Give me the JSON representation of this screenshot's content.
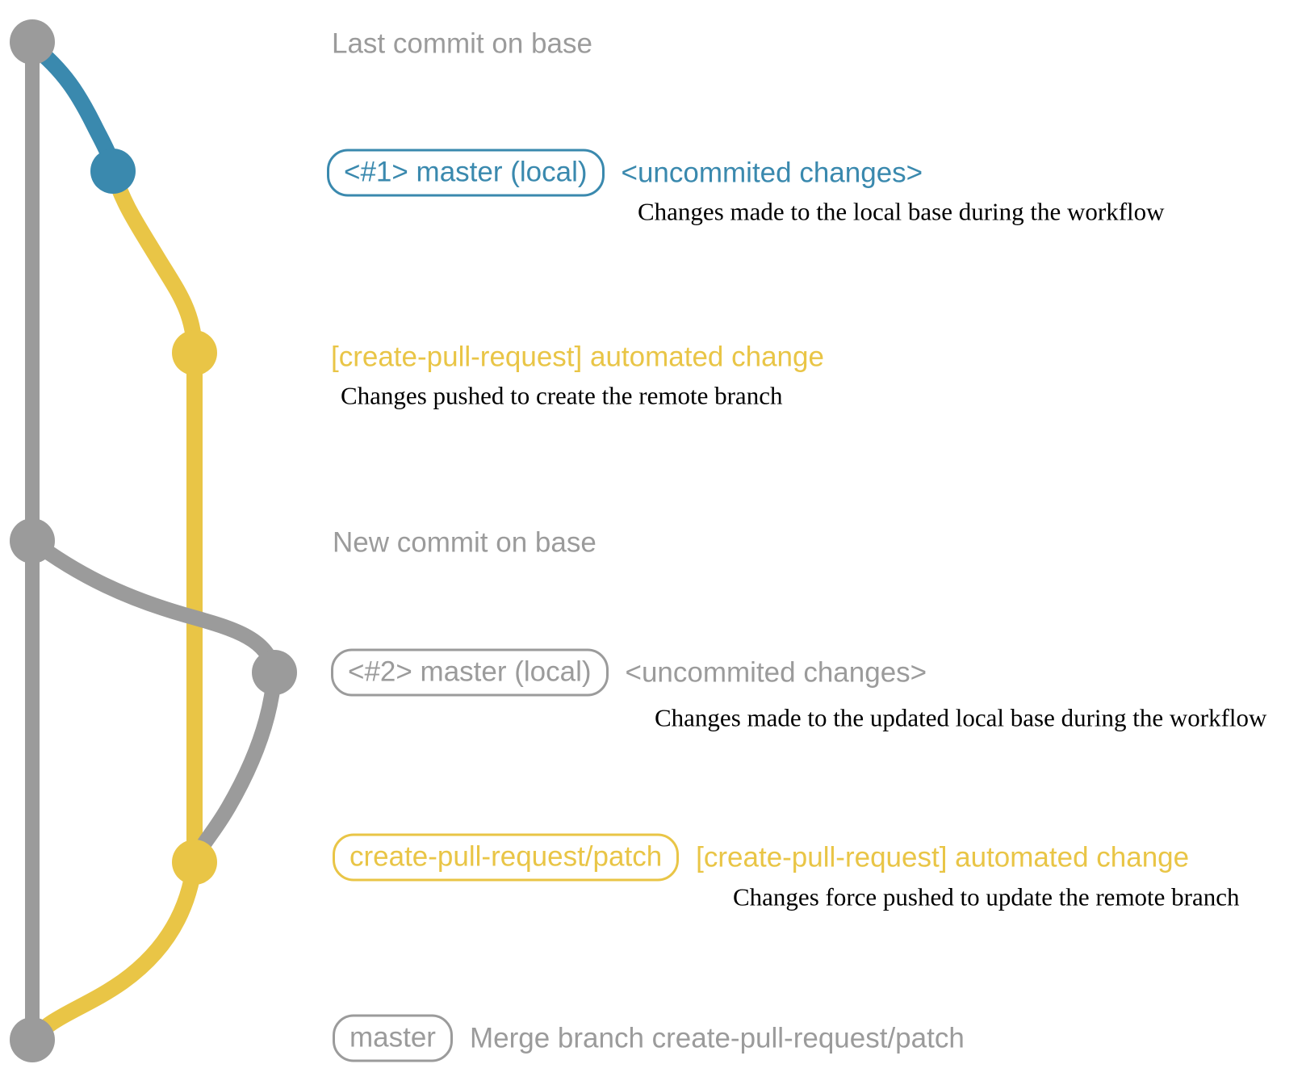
{
  "colors": {
    "gray": "#9b9b9b",
    "blue": "#3a89ae",
    "yellow": "#e9c546",
    "subtitle": "#000000",
    "background": "#ffffff"
  },
  "graph": {
    "base_branch": "master (base)",
    "local_branch": "master (local)",
    "remote_branch": "create-pull-request/patch",
    "commit_count": 7
  },
  "rows": {
    "last_commit": {
      "note": "Last commit on base"
    },
    "local1": {
      "tag": "<#1> master (local)",
      "message": "<uncommited changes>",
      "subtitle": "Changes made to the local base during the workflow"
    },
    "push1": {
      "message": "[create-pull-request] automated change",
      "subtitle": "Changes pushed to create the remote branch"
    },
    "new_commit": {
      "note": "New commit on base"
    },
    "local2": {
      "tag": "<#2> master (local)",
      "message": "<uncommited changes>",
      "subtitle": "Changes made to the updated local base during the workflow"
    },
    "push2": {
      "tag": "create-pull-request/patch",
      "message": "[create-pull-request] automated change",
      "subtitle": "Changes force pushed to update the remote branch"
    },
    "merge": {
      "tag": "master",
      "message": "Merge branch create-pull-request/patch"
    }
  }
}
